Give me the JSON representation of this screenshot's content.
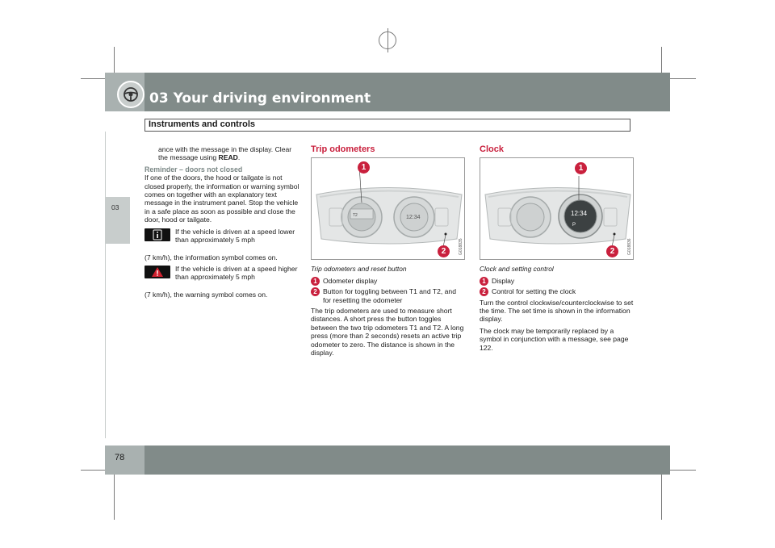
{
  "header": {
    "title": "03 Your driving environment",
    "subtitle": "Instruments and controls",
    "chapter_tab": "03"
  },
  "footer": {
    "page_number": "78"
  },
  "column1": {
    "continuation": "ance with the message in the display. Clear the message using ",
    "continuation_bold": "READ",
    "continuation_end": ".",
    "reminder_heading": "Reminder – doors not closed",
    "reminder_body": "If one of the doors, the hood or tailgate is not closed properly, the information or warning symbol comes on together with an explanatory text message in the instrument panel. Stop the vehicle in a safe place as soon as possible and close the door, hood or tailgate.",
    "info_symbol": {
      "icon": "info-icon",
      "text_short": "If the vehicle is driven at a speed lower than approximately 5 mph",
      "text_tail": "(7 km/h), the information symbol comes on."
    },
    "warning_symbol": {
      "icon": "warning-triangle-icon",
      "text_short": "If the vehicle is driven at a speed higher than approximately 5 mph",
      "text_tail": "(7 km/h), the warning symbol comes on."
    }
  },
  "column2": {
    "heading": "Trip odometers",
    "figure": {
      "callout_1": "1",
      "callout_2": "2",
      "code": "G018835",
      "clock_display": "12:34",
      "trip_label": "T2"
    },
    "caption": "Trip odometers and reset button",
    "items": [
      {
        "num": "1",
        "text": "Odometer display"
      },
      {
        "num": "2",
        "text": "Button for toggling between T1 and T2, and for resetting the odometer"
      }
    ],
    "body": "The trip odometers are used to measure short distances. A short press the button toggles between the two trip odometers T1 and T2. A long press (more than 2 seconds) resets an active trip odometer to zero. The distance is shown in the display."
  },
  "column3": {
    "heading": "Clock",
    "figure": {
      "callout_1": "1",
      "callout_2": "2",
      "code": "G018836",
      "clock_display": "12:34",
      "gear_label": "P"
    },
    "caption": "Clock and setting control",
    "items": [
      {
        "num": "1",
        "text": "Display"
      },
      {
        "num": "2",
        "text": "Control for setting the clock"
      }
    ],
    "body1": "Turn the control clockwise/counterclockwise to set the time. The set time is shown in the information display.",
    "body2": "The clock may be temporarily replaced by a symbol in conjunction with a message, see page 122."
  },
  "colors": {
    "header_gray": "#818b89",
    "accent_red": "#c9203d",
    "subheading_gray": "#7a8785"
  }
}
